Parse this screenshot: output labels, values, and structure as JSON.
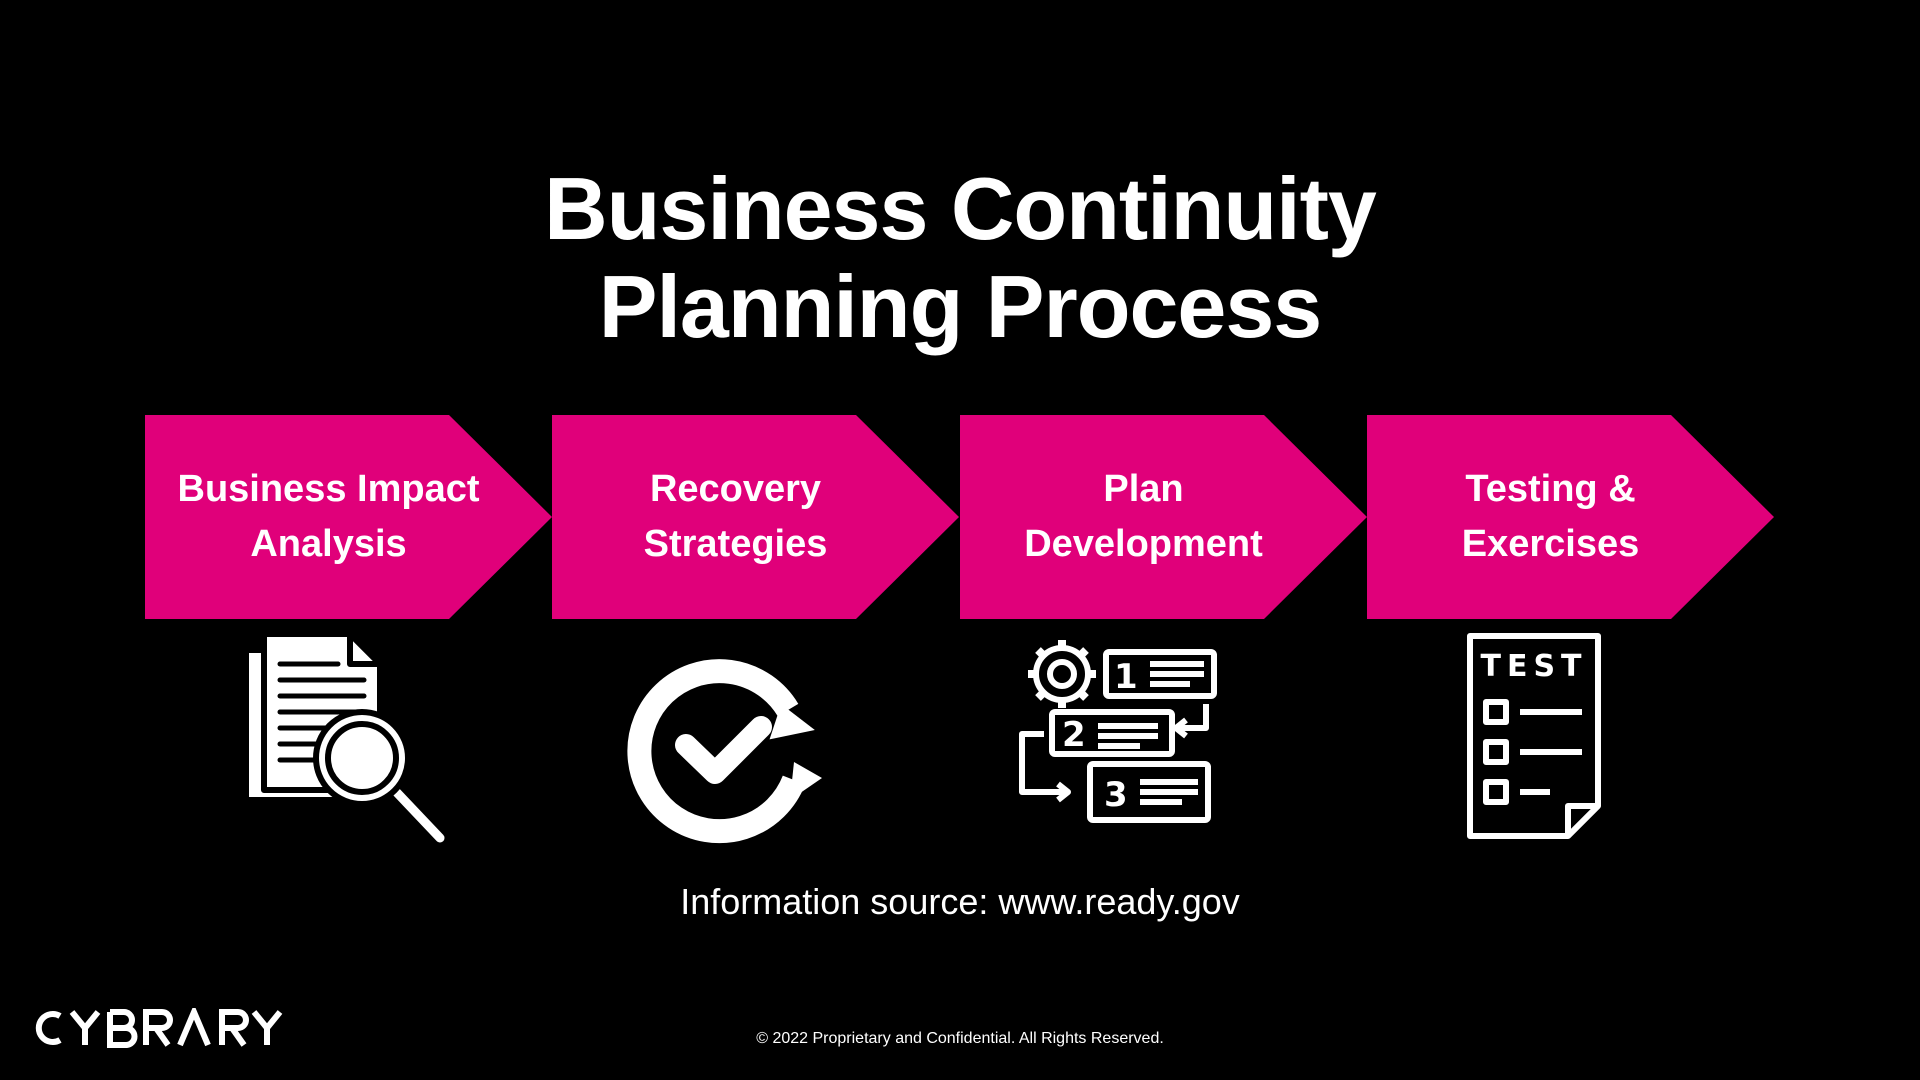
{
  "title": {
    "line1": "Business Continuity",
    "line2": "Planning Process"
  },
  "steps": [
    {
      "line1": "Business Impact",
      "line2": "Analysis",
      "icon": "document-magnifier-icon"
    },
    {
      "line1": "Recovery",
      "line2": "Strategies",
      "icon": "circular-check-icon"
    },
    {
      "line1": "Plan",
      "line2": "Development",
      "icon": "numbered-workflow-icon"
    },
    {
      "line1": "Testing &",
      "line2": "Exercises",
      "icon": "test-checklist-icon"
    }
  ],
  "test_icon_text": "TEST",
  "workflow_numbers": [
    "1",
    "2",
    "3"
  ],
  "source": "Information source: www.ready.gov",
  "logo": "CYBRARY",
  "copyright": "© 2022 Proprietary and Confidential. All Rights Reserved.",
  "colors": {
    "background": "#000000",
    "accent": "#e0007a",
    "text": "#ffffff"
  }
}
